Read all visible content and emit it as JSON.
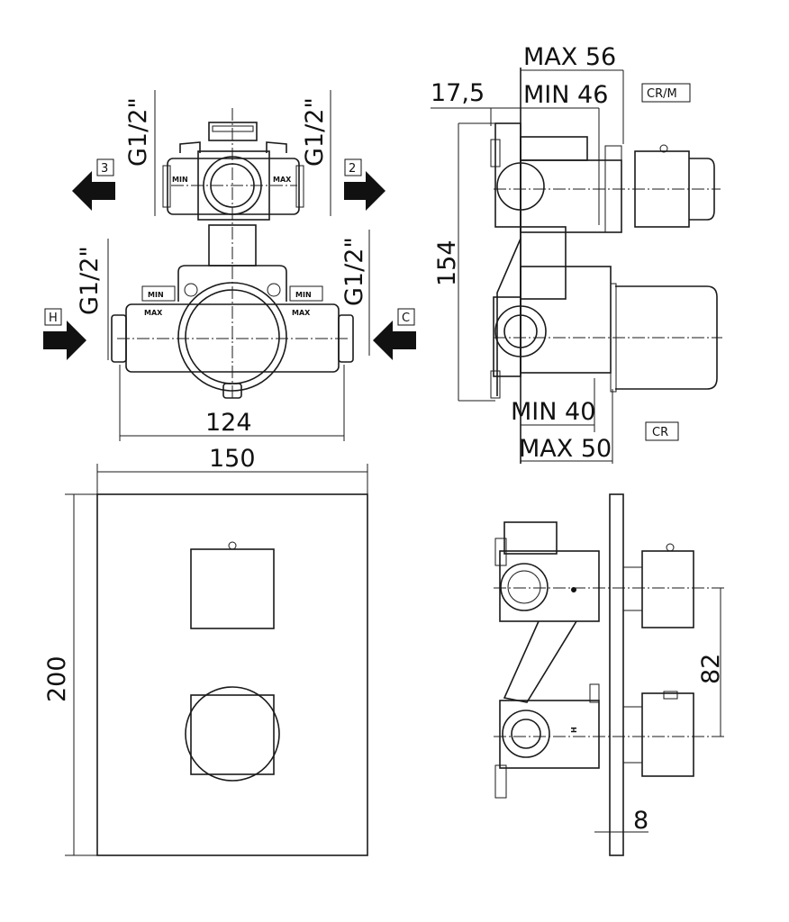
{
  "front_top": {
    "thread_labels": [
      "G1/2\"",
      "G1/2\"",
      "G1/2\"",
      "G1/2\""
    ],
    "outlets": {
      "left": "3",
      "right": "2",
      "hot": "H",
      "cold": "C"
    },
    "stop_labels": {
      "min": "MIN",
      "max": "MAX"
    },
    "width_dim": "124"
  },
  "side_top": {
    "offset_dim": "17,5",
    "max_top": "MAX 56",
    "min_top": "MIN 46",
    "tag_top": "CR/M",
    "height_dim": "154",
    "min_bottom": "MIN 40",
    "max_bottom": "MAX 50",
    "tag_bottom": "CR"
  },
  "front_plate": {
    "width_dim": "150",
    "height_dim": "200"
  },
  "side_plate": {
    "spacing_dim": "82",
    "plate_dim": "8",
    "hot_mark": "H"
  }
}
